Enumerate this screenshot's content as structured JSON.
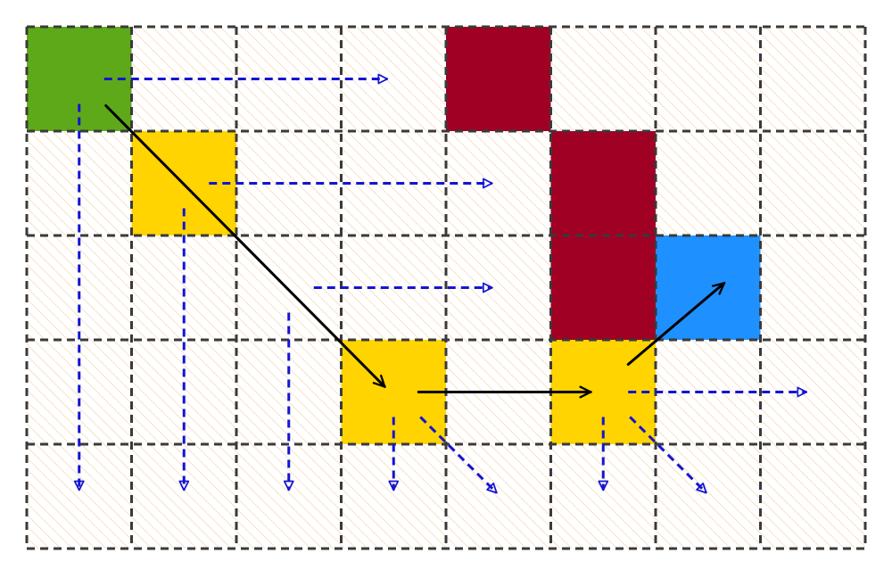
{
  "diagram": {
    "grid": {
      "columns": 8,
      "rows": 5
    },
    "colors": {
      "hatch": "#f5d2a6",
      "grid_line": "#3a3a3a",
      "start": "#5ea919",
      "visited": "#ffd400",
      "wall": "#a00024",
      "goal": "#1e90ff",
      "explore_arrow": "#1414d2",
      "path_arrow": "#000000"
    },
    "cells": [
      {
        "col": 0,
        "row": 0,
        "kind": "start"
      },
      {
        "col": 1,
        "row": 1,
        "kind": "visited"
      },
      {
        "col": 3,
        "row": 3,
        "kind": "visited"
      },
      {
        "col": 5,
        "row": 3,
        "kind": "visited"
      },
      {
        "col": 4,
        "row": 0,
        "kind": "wall"
      },
      {
        "col": 5,
        "row": 1,
        "kind": "wall"
      },
      {
        "col": 5,
        "row": 2,
        "kind": "wall"
      },
      {
        "col": 6,
        "row": 2,
        "kind": "goal"
      }
    ],
    "path_moves": [
      {
        "from": [
          0,
          0
        ],
        "to": [
          3,
          3
        ]
      },
      {
        "from": [
          3,
          3
        ],
        "to": [
          5,
          3
        ]
      },
      {
        "from": [
          5,
          3
        ],
        "to": [
          6,
          2
        ]
      }
    ],
    "explore_moves": [
      {
        "from": [
          0,
          0
        ],
        "to": [
          3,
          0
        ]
      },
      {
        "from": [
          0,
          0
        ],
        "to": [
          0,
          4
        ]
      },
      {
        "from": [
          1,
          1
        ],
        "to": [
          4,
          1
        ]
      },
      {
        "from": [
          1,
          1
        ],
        "to": [
          1,
          4
        ]
      },
      {
        "from": [
          2,
          2
        ],
        "to": [
          4,
          2
        ]
      },
      {
        "from": [
          2,
          2
        ],
        "to": [
          2,
          4
        ]
      },
      {
        "from": [
          3,
          3
        ],
        "to": [
          3,
          4
        ]
      },
      {
        "from": [
          3,
          3
        ],
        "to": [
          4,
          4
        ]
      },
      {
        "from": [
          5,
          3
        ],
        "to": [
          7,
          3
        ]
      },
      {
        "from": [
          5,
          3
        ],
        "to": [
          5,
          4
        ]
      },
      {
        "from": [
          5,
          3
        ],
        "to": [
          6,
          4
        ]
      }
    ]
  }
}
